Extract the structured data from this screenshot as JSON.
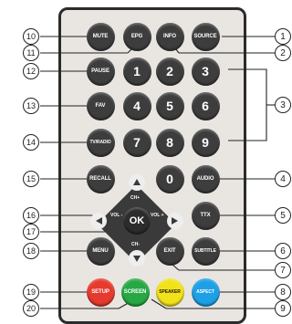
{
  "buttons": {
    "mute": "MUTE",
    "epg": "EPG",
    "info": "INFO",
    "source": "SOURCE",
    "pause": "PAUSE",
    "fav": "FAV",
    "tvradio": "TV/RADIO",
    "recall": "RECALL",
    "audio": "AUDIO",
    "ttx": "TTX",
    "menu": "MENU",
    "exit": "EXIT",
    "subtitle": "SUBTITLE",
    "setup": "SETUP",
    "screen": "SCREEN",
    "speaker": "SPEAKER",
    "aspect": "ASPECT",
    "ok": "OK",
    "digits": [
      "1",
      "2",
      "3",
      "4",
      "5",
      "6",
      "7",
      "8",
      "9",
      "0"
    ]
  },
  "pad_labels": {
    "ch_plus": "CH+",
    "ch_minus": "CH-",
    "vol_minus": "VOL -",
    "vol_plus": "VOL +"
  },
  "callouts": [
    "1",
    "2",
    "3",
    "4",
    "5",
    "6",
    "7",
    "8",
    "9",
    "10",
    "11",
    "12",
    "13",
    "14",
    "15",
    "16",
    "17",
    "18",
    "19",
    "20"
  ],
  "colors": {
    "setup": "#e63a2e",
    "screen": "#27a844",
    "speaker": "#f2e21a",
    "aspect": "#1ea0e6",
    "button": "#3d3d3d",
    "body": "#e9e6e1"
  },
  "icons": {
    "up": "arrow-up-icon",
    "down": "arrow-down-icon",
    "left": "arrow-left-icon",
    "right": "arrow-right-icon"
  }
}
